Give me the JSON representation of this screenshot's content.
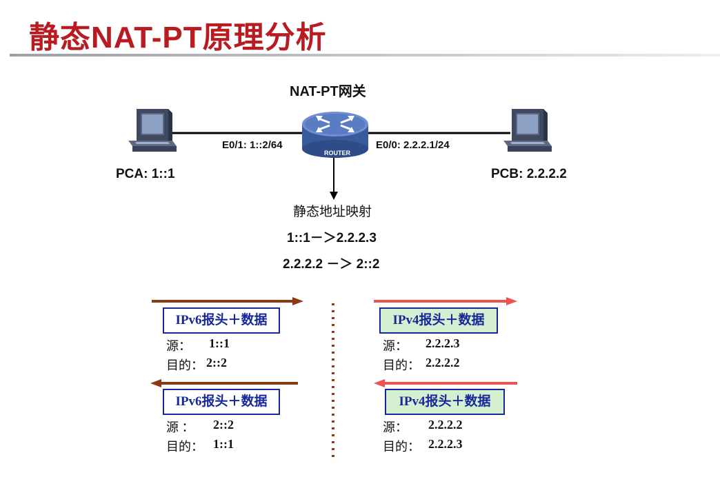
{
  "title": "静态NAT-PT原理分析",
  "topology": {
    "gateway_label": "NAT-PT网关",
    "router_text": "ROUTER",
    "left_if": "E0/1: 1::2/64",
    "right_if": "E0/0: 2.2.2.1/24",
    "pca": "PCA: 1::1",
    "pcb": "PCB: 2.2.2.2"
  },
  "mapping": {
    "heading": "静态地址映射",
    "rule1": "1::1－＞2.2.2.3",
    "rule2": "2.2.2.2 －＞ 2::2"
  },
  "flows": {
    "v6_out": {
      "box": "IPv6报头＋数据",
      "src_key": "源：",
      "src": "1::1",
      "dst_key": "目的：",
      "dst": "2::2"
    },
    "v6_in": {
      "box": "IPv6报头＋数据",
      "src_key": "源 ：",
      "src": "2::2",
      "dst_key": "目的：",
      "dst": "1::1"
    },
    "v4_out": {
      "box": "IPv4报头＋数据",
      "src_key": "源：",
      "src": "2.2.2.3",
      "dst_key": "目的：",
      "dst": "2.2.2.2"
    },
    "v4_in": {
      "box": "IPv4报头＋数据",
      "src_key": "源：",
      "src": "2.2.2.2",
      "dst_key": "目的：",
      "dst": "2.2.2.3"
    }
  },
  "colors": {
    "title": "#b81b22",
    "ipv6_arrow": "#8b3a12",
    "ipv4_arrow": "#ef5350",
    "packet_border": "#17279a",
    "ipv4_box_fill": "#d4f0d0",
    "divider": "#8b3a12"
  }
}
